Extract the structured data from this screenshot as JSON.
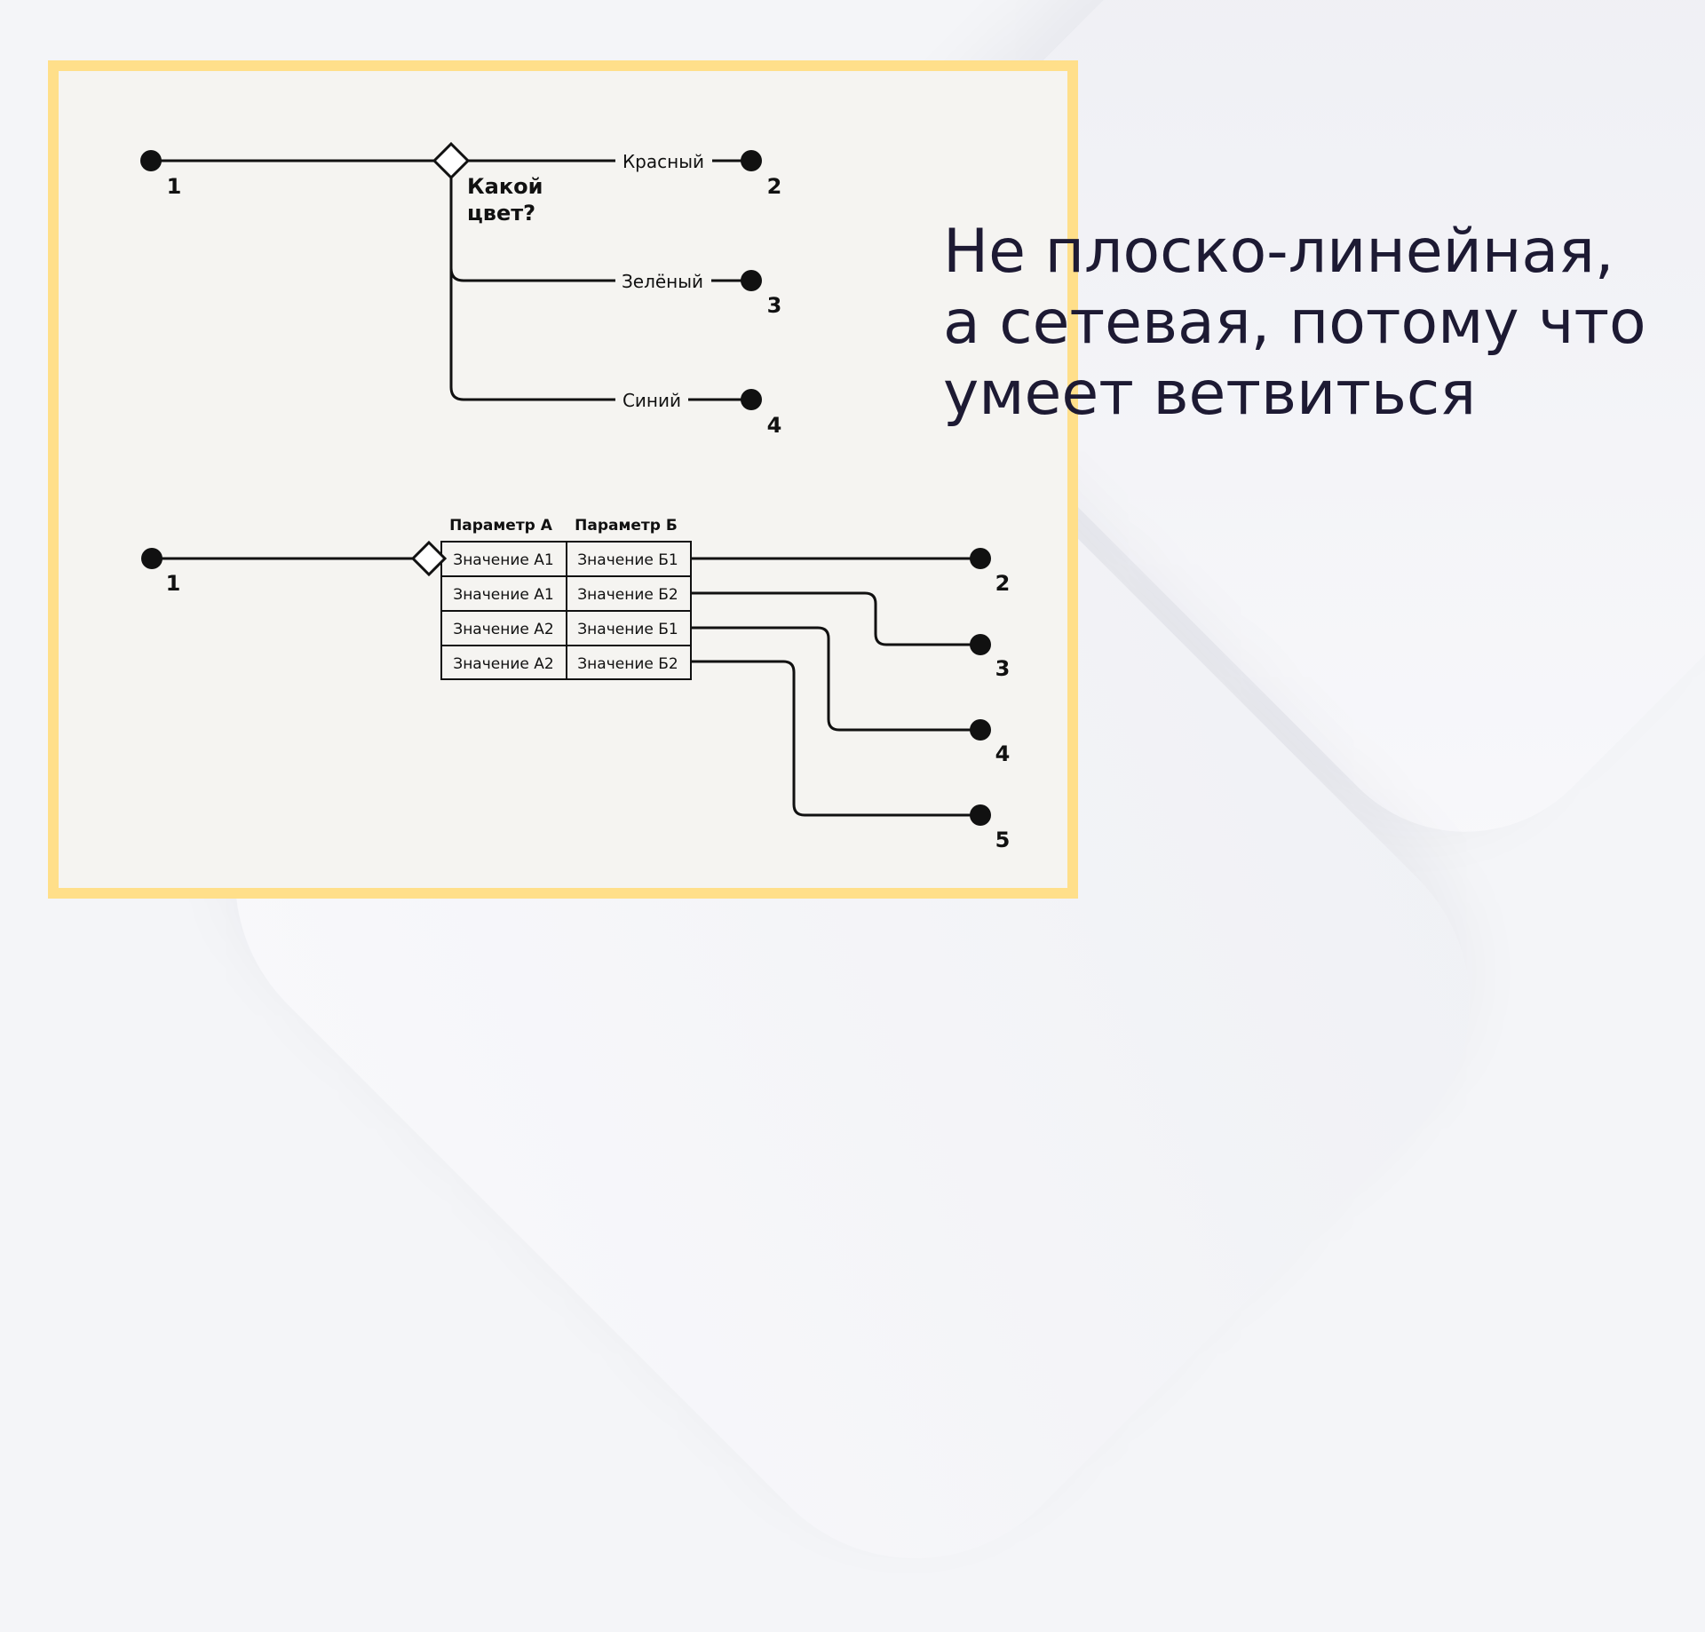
{
  "colors": {
    "frame_border": "#ffdf8a",
    "frame_fill": "#f5f4f1",
    "line": "#111111",
    "headline_text": "#1d1a33"
  },
  "headline": {
    "lines": [
      "Не плоско-линейная,",
      "а сетевая, потому что",
      "умеет ветвиться"
    ]
  },
  "diagram_top": {
    "start_node": "1",
    "question": [
      "Какой",
      "цвет?"
    ],
    "branches": [
      {
        "label": "Красный",
        "node": "2"
      },
      {
        "label": "Зелёный",
        "node": "3"
      },
      {
        "label": "Синий",
        "node": "4"
      }
    ]
  },
  "diagram_bottom": {
    "start_node": "1",
    "headers": [
      "Параметр А",
      "Параметр Б"
    ],
    "rows": [
      {
        "a": "Значение А1",
        "b": "Значение Б1",
        "node": "2"
      },
      {
        "a": "Значение А1",
        "b": "Значение Б2",
        "node": "3"
      },
      {
        "a": "Значение А2",
        "b": "Значение Б1",
        "node": "4"
      },
      {
        "a": "Значение А2",
        "b": "Значение Б2",
        "node": "5"
      }
    ]
  }
}
